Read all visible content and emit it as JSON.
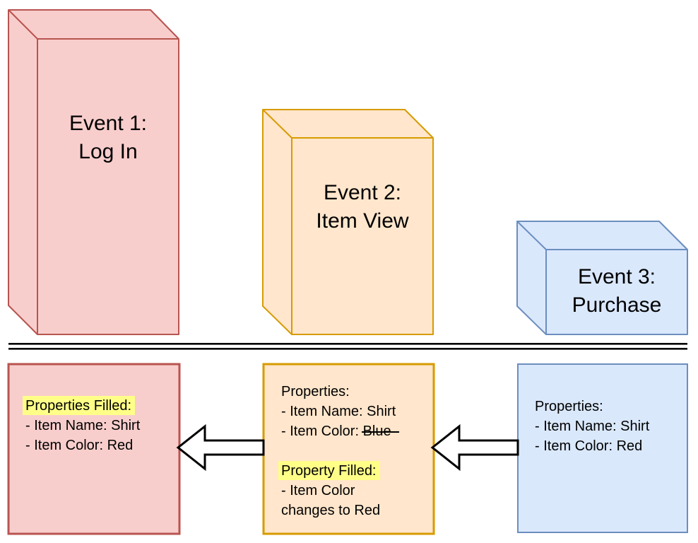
{
  "colors": {
    "event1_fill": "#F8CECC",
    "event1_stroke": "#B85450",
    "event2_fill": "#FFE6CC",
    "event2_stroke": "#D79B00",
    "event3_fill": "#DAE8FC",
    "event3_stroke": "#6C8EBF",
    "highlight": "#FFFF88",
    "divider_line": "#000000",
    "arrow_fill": "#FFFFFF",
    "arrow_stroke": "#000000"
  },
  "events": [
    {
      "line1": "Event 1:",
      "line2": "Log In"
    },
    {
      "line1": "Event 2:",
      "line2": "Item View"
    },
    {
      "line1": "Event 3:",
      "line2": "Purchase"
    }
  ],
  "properties_boxes": {
    "event1": {
      "highlight": "Properties Filled:",
      "line2": "- Item Name: Shirt",
      "line3": "- Item Color: Red"
    },
    "event2": {
      "line1": "Properties:",
      "line2": "- Item Name: Shirt",
      "line3_prefix": "- Item Color: ",
      "line3_struck": "Blue",
      "highlight": "Property Filled:",
      "line5": "- Item Color",
      "line6": "changes to Red"
    },
    "event3": {
      "line1": "Properties:",
      "line2": "- Item Name: Shirt",
      "line3": "- Item Color: Red"
    }
  }
}
